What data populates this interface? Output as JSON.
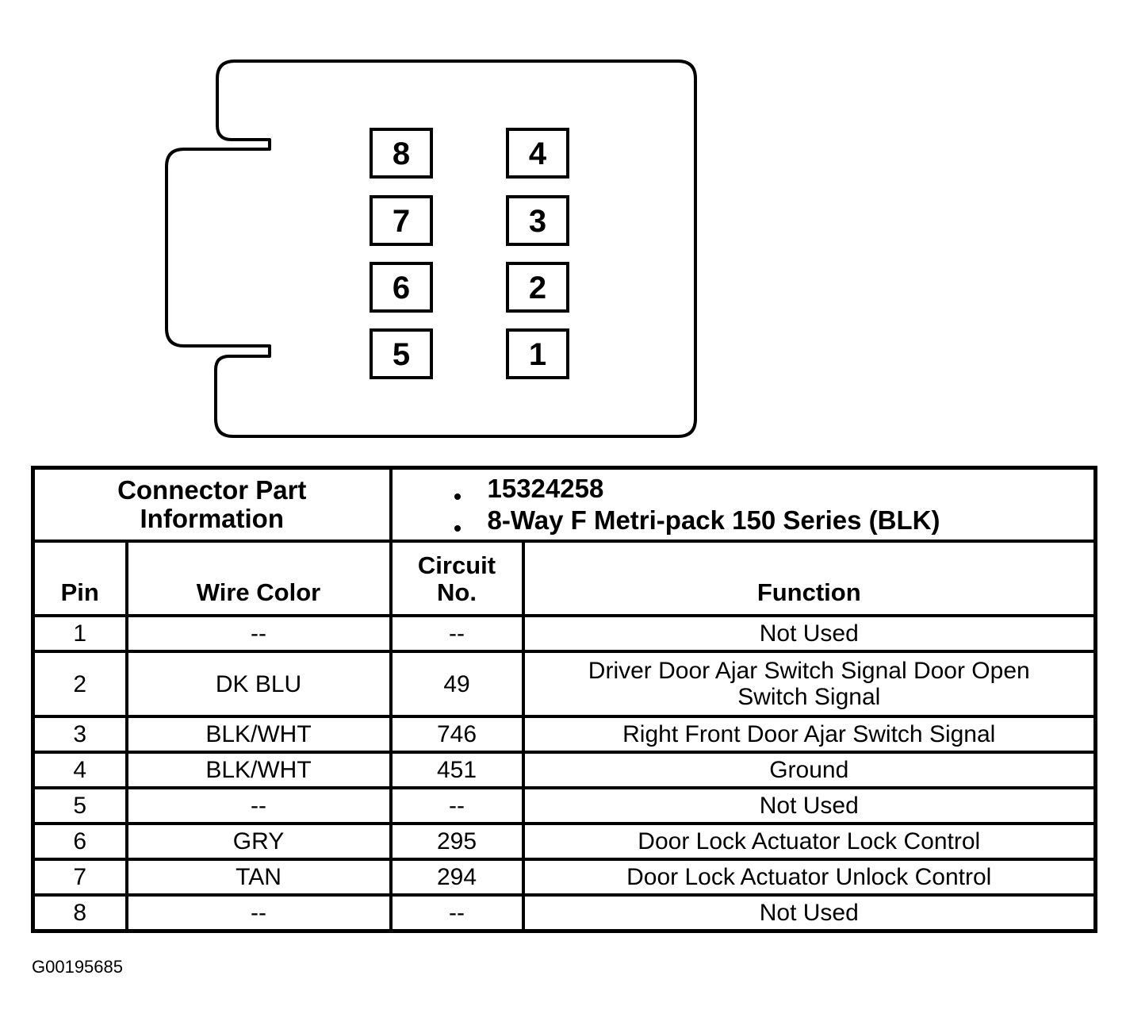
{
  "connector": {
    "pins": [
      {
        "label": "8"
      },
      {
        "label": "4"
      },
      {
        "label": "7"
      },
      {
        "label": "3"
      },
      {
        "label": "6"
      },
      {
        "label": "2"
      },
      {
        "label": "5"
      },
      {
        "label": "1"
      }
    ]
  },
  "table": {
    "part_title_line1": "Connector Part",
    "part_title_line2": "Information",
    "part_number": "15324258",
    "part_description": "8-Way F Metri-pack 150 Series (BLK)",
    "headers": {
      "pin": "Pin",
      "wire_color": "Wire Color",
      "circuit_line1": "Circuit",
      "circuit_line2": "No.",
      "function": "Function"
    },
    "rows": [
      {
        "pin": "1",
        "wire_color": "--",
        "circuit": "--",
        "function": "Not Used"
      },
      {
        "pin": "2",
        "wire_color": "DK BLU",
        "circuit": "49",
        "function_line1": "Driver Door Ajar Switch Signal Door Open",
        "function_line2": "Switch Signal"
      },
      {
        "pin": "3",
        "wire_color": "BLK/WHT",
        "circuit": "746",
        "function": "Right Front Door Ajar Switch Signal"
      },
      {
        "pin": "4",
        "wire_color": "BLK/WHT",
        "circuit": "451",
        "function": "Ground"
      },
      {
        "pin": "5",
        "wire_color": "--",
        "circuit": "--",
        "function": "Not Used"
      },
      {
        "pin": "6",
        "wire_color": "GRY",
        "circuit": "295",
        "function": "Door Lock Actuator Lock Control"
      },
      {
        "pin": "7",
        "wire_color": "TAN",
        "circuit": "294",
        "function": "Door Lock Actuator Unlock Control"
      },
      {
        "pin": "8",
        "wire_color": "--",
        "circuit": "--",
        "function": "Not Used"
      }
    ]
  },
  "figure_id": "G00195685"
}
